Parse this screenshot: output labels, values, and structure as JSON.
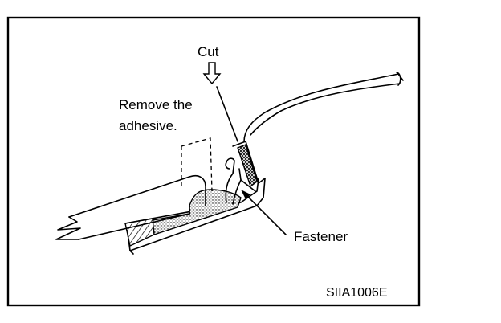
{
  "labels": {
    "cut": "Cut",
    "remove_line1": "Remove the",
    "remove_line2": "adhesive.",
    "fastener": "Fastener"
  },
  "reference_code": "SIIA1006E"
}
